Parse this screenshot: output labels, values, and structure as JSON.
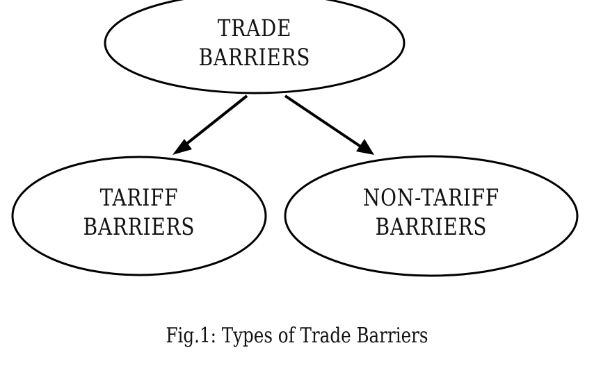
{
  "nodes": {
    "root": {
      "line1": "TRADE",
      "line2": "BARRIERS"
    },
    "left": {
      "line1": "TARIFF",
      "line2": "BARRIERS"
    },
    "right": {
      "line1": "NON-TARIFF",
      "line2": "BARRIERS"
    }
  },
  "caption": "Fig.1: Types of Trade Barriers"
}
